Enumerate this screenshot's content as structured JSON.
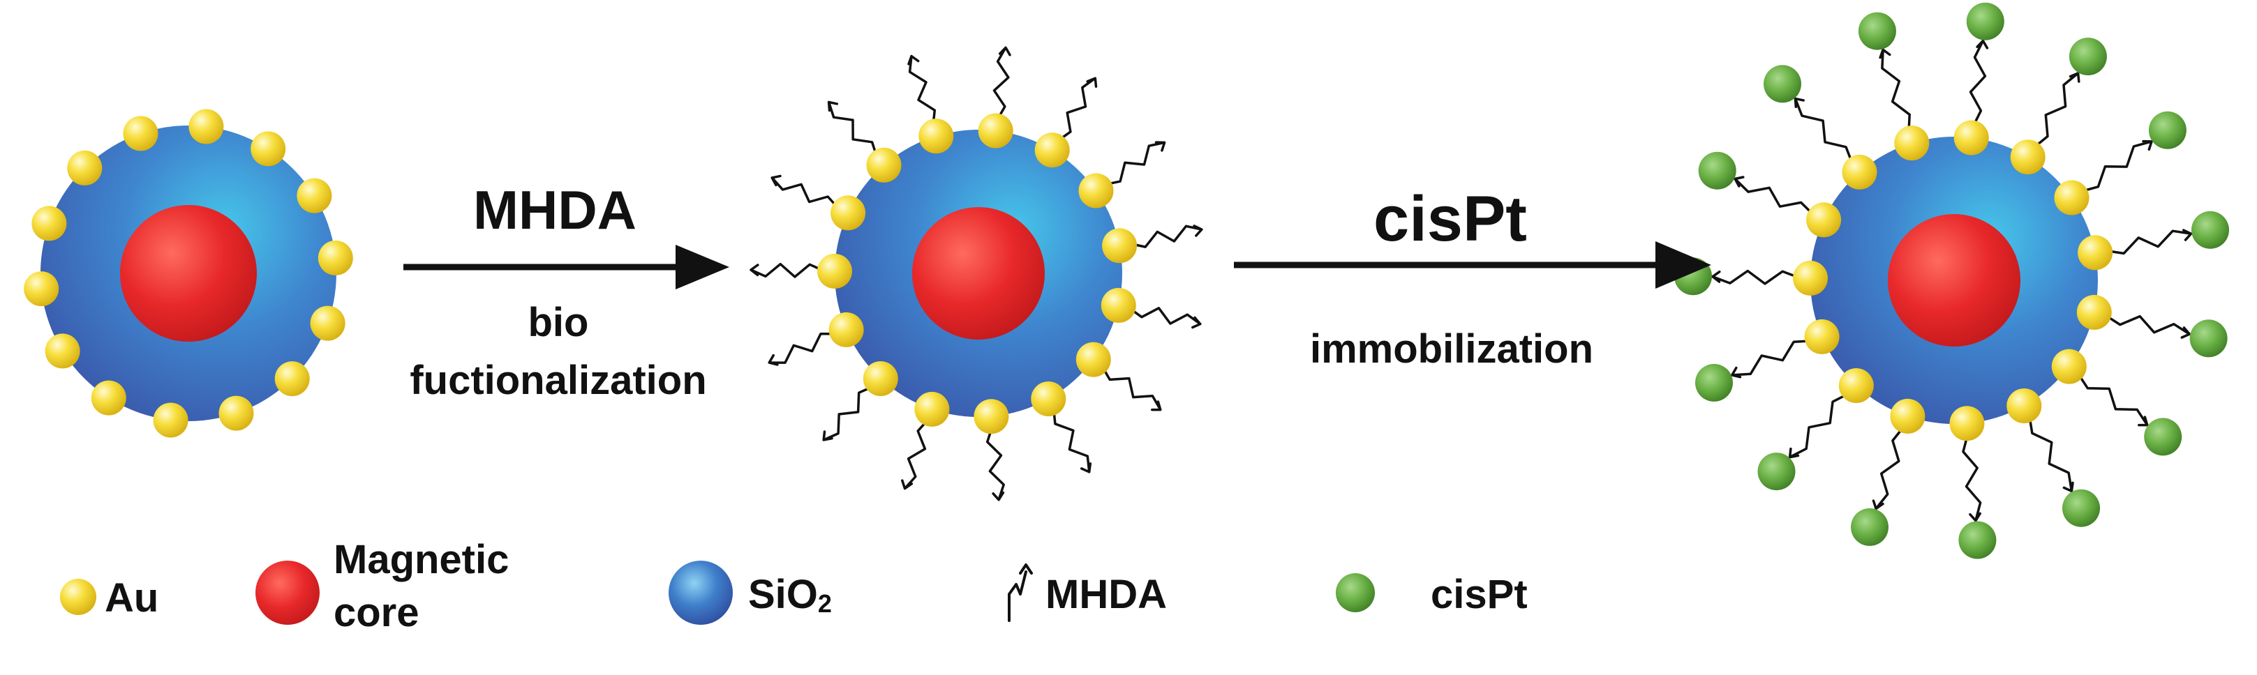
{
  "steps": [
    {
      "reagent": "MHDA",
      "caption_lines": [
        "bio",
        "fuctionalization"
      ]
    },
    {
      "reagent": "cisPt",
      "caption_lines": [
        "immobilization"
      ]
    }
  ],
  "particles": [
    {
      "stage": "bare",
      "gold_count": 14,
      "ligand": "none"
    },
    {
      "stage": "functionalized",
      "gold_count": 15,
      "ligand": "MHDA"
    },
    {
      "stage": "loaded",
      "gold_count": 15,
      "ligand": "MHDA+cisPt"
    }
  ],
  "legend": [
    {
      "key": "au",
      "lines": [
        "Au"
      ]
    },
    {
      "key": "core",
      "lines": [
        "Magnetic",
        "core"
      ]
    },
    {
      "key": "sio2",
      "lines": [
        "SiO",
        "2"
      ]
    },
    {
      "key": "mhda",
      "lines": [
        "MHDA"
      ]
    },
    {
      "key": "cispt",
      "lines": [
        "cisPt"
      ]
    }
  ],
  "colors": {
    "silica": "#3f63b3",
    "silica_highlight": "#46c6ea",
    "core": "#e8282a",
    "gold": "#f5d630",
    "cispt": "#5fa53a",
    "arrow": "#111111"
  }
}
